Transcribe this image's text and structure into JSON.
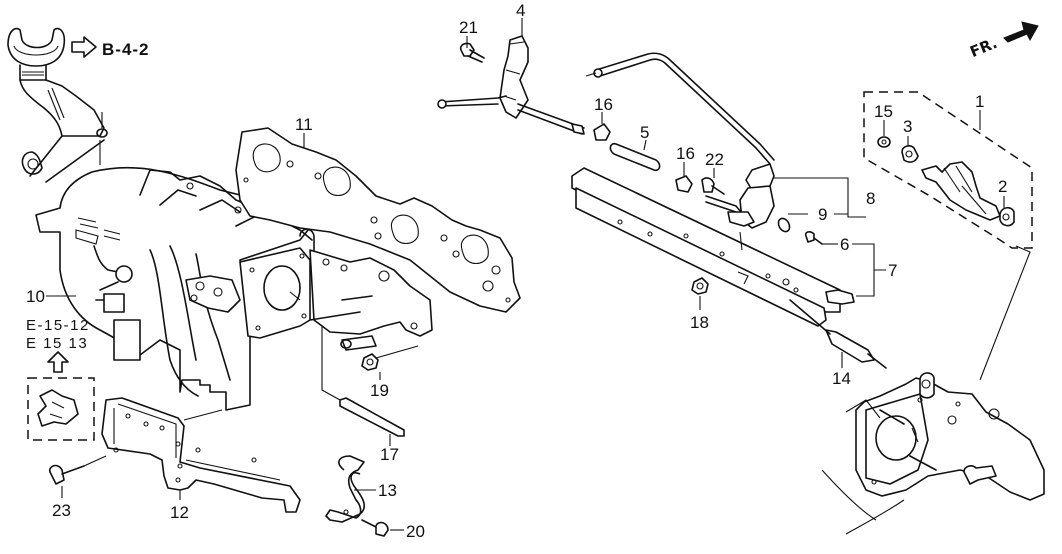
{
  "diagram": {
    "title": "Intake Manifold Assembly - Exploded Parts Diagram",
    "direction_indicator": {
      "label": "FR.",
      "icon": "front-direction-arrow"
    },
    "cross_references": [
      {
        "id": "ref-b-4-2",
        "label": "B-4-2",
        "icon": "outline-arrow-right"
      },
      {
        "id": "ref-e-15-12",
        "label": "E-15-12",
        "icon": "outline-arrow-up"
      },
      {
        "id": "ref-e-15-13",
        "label": "E 15 13",
        "icon": "outline-arrow-up"
      }
    ],
    "callouts": [
      {
        "number": "1",
        "part": "injector-assembly-group"
      },
      {
        "number": "2",
        "part": "injector-seal-ring"
      },
      {
        "number": "3",
        "part": "injector-cushion-ring"
      },
      {
        "number": "4",
        "part": "fuel-pipe-bracket"
      },
      {
        "number": "5",
        "part": "fuel-hose"
      },
      {
        "number": "6",
        "part": "pressure-regulator-bolt"
      },
      {
        "number": "7",
        "part": "fuel-rail-group"
      },
      {
        "number": "8",
        "part": "fuel-pressure-regulator-group"
      },
      {
        "number": "9",
        "part": "regulator-o-ring"
      },
      {
        "number": "10",
        "part": "intake-manifold"
      },
      {
        "number": "11",
        "part": "intake-manifold-gasket"
      },
      {
        "number": "12",
        "part": "manifold-bracket"
      },
      {
        "number": "13",
        "part": "harness-clamp-bracket"
      },
      {
        "number": "14",
        "part": "stud-bolt-rail"
      },
      {
        "number": "15",
        "part": "injector-o-ring"
      },
      {
        "number": "16",
        "part": "hose-clip"
      },
      {
        "number": "17",
        "part": "stud-bolt-manifold"
      },
      {
        "number": "18",
        "part": "flange-nut-rail"
      },
      {
        "number": "19",
        "part": "flange-nut-manifold"
      },
      {
        "number": "20",
        "part": "flange-bolt-clamp"
      },
      {
        "number": "21",
        "part": "flange-bolt-bracket"
      },
      {
        "number": "22",
        "part": "banjo-bolt"
      },
      {
        "number": "23",
        "part": "flange-bolt-bracket-lower"
      }
    ]
  }
}
